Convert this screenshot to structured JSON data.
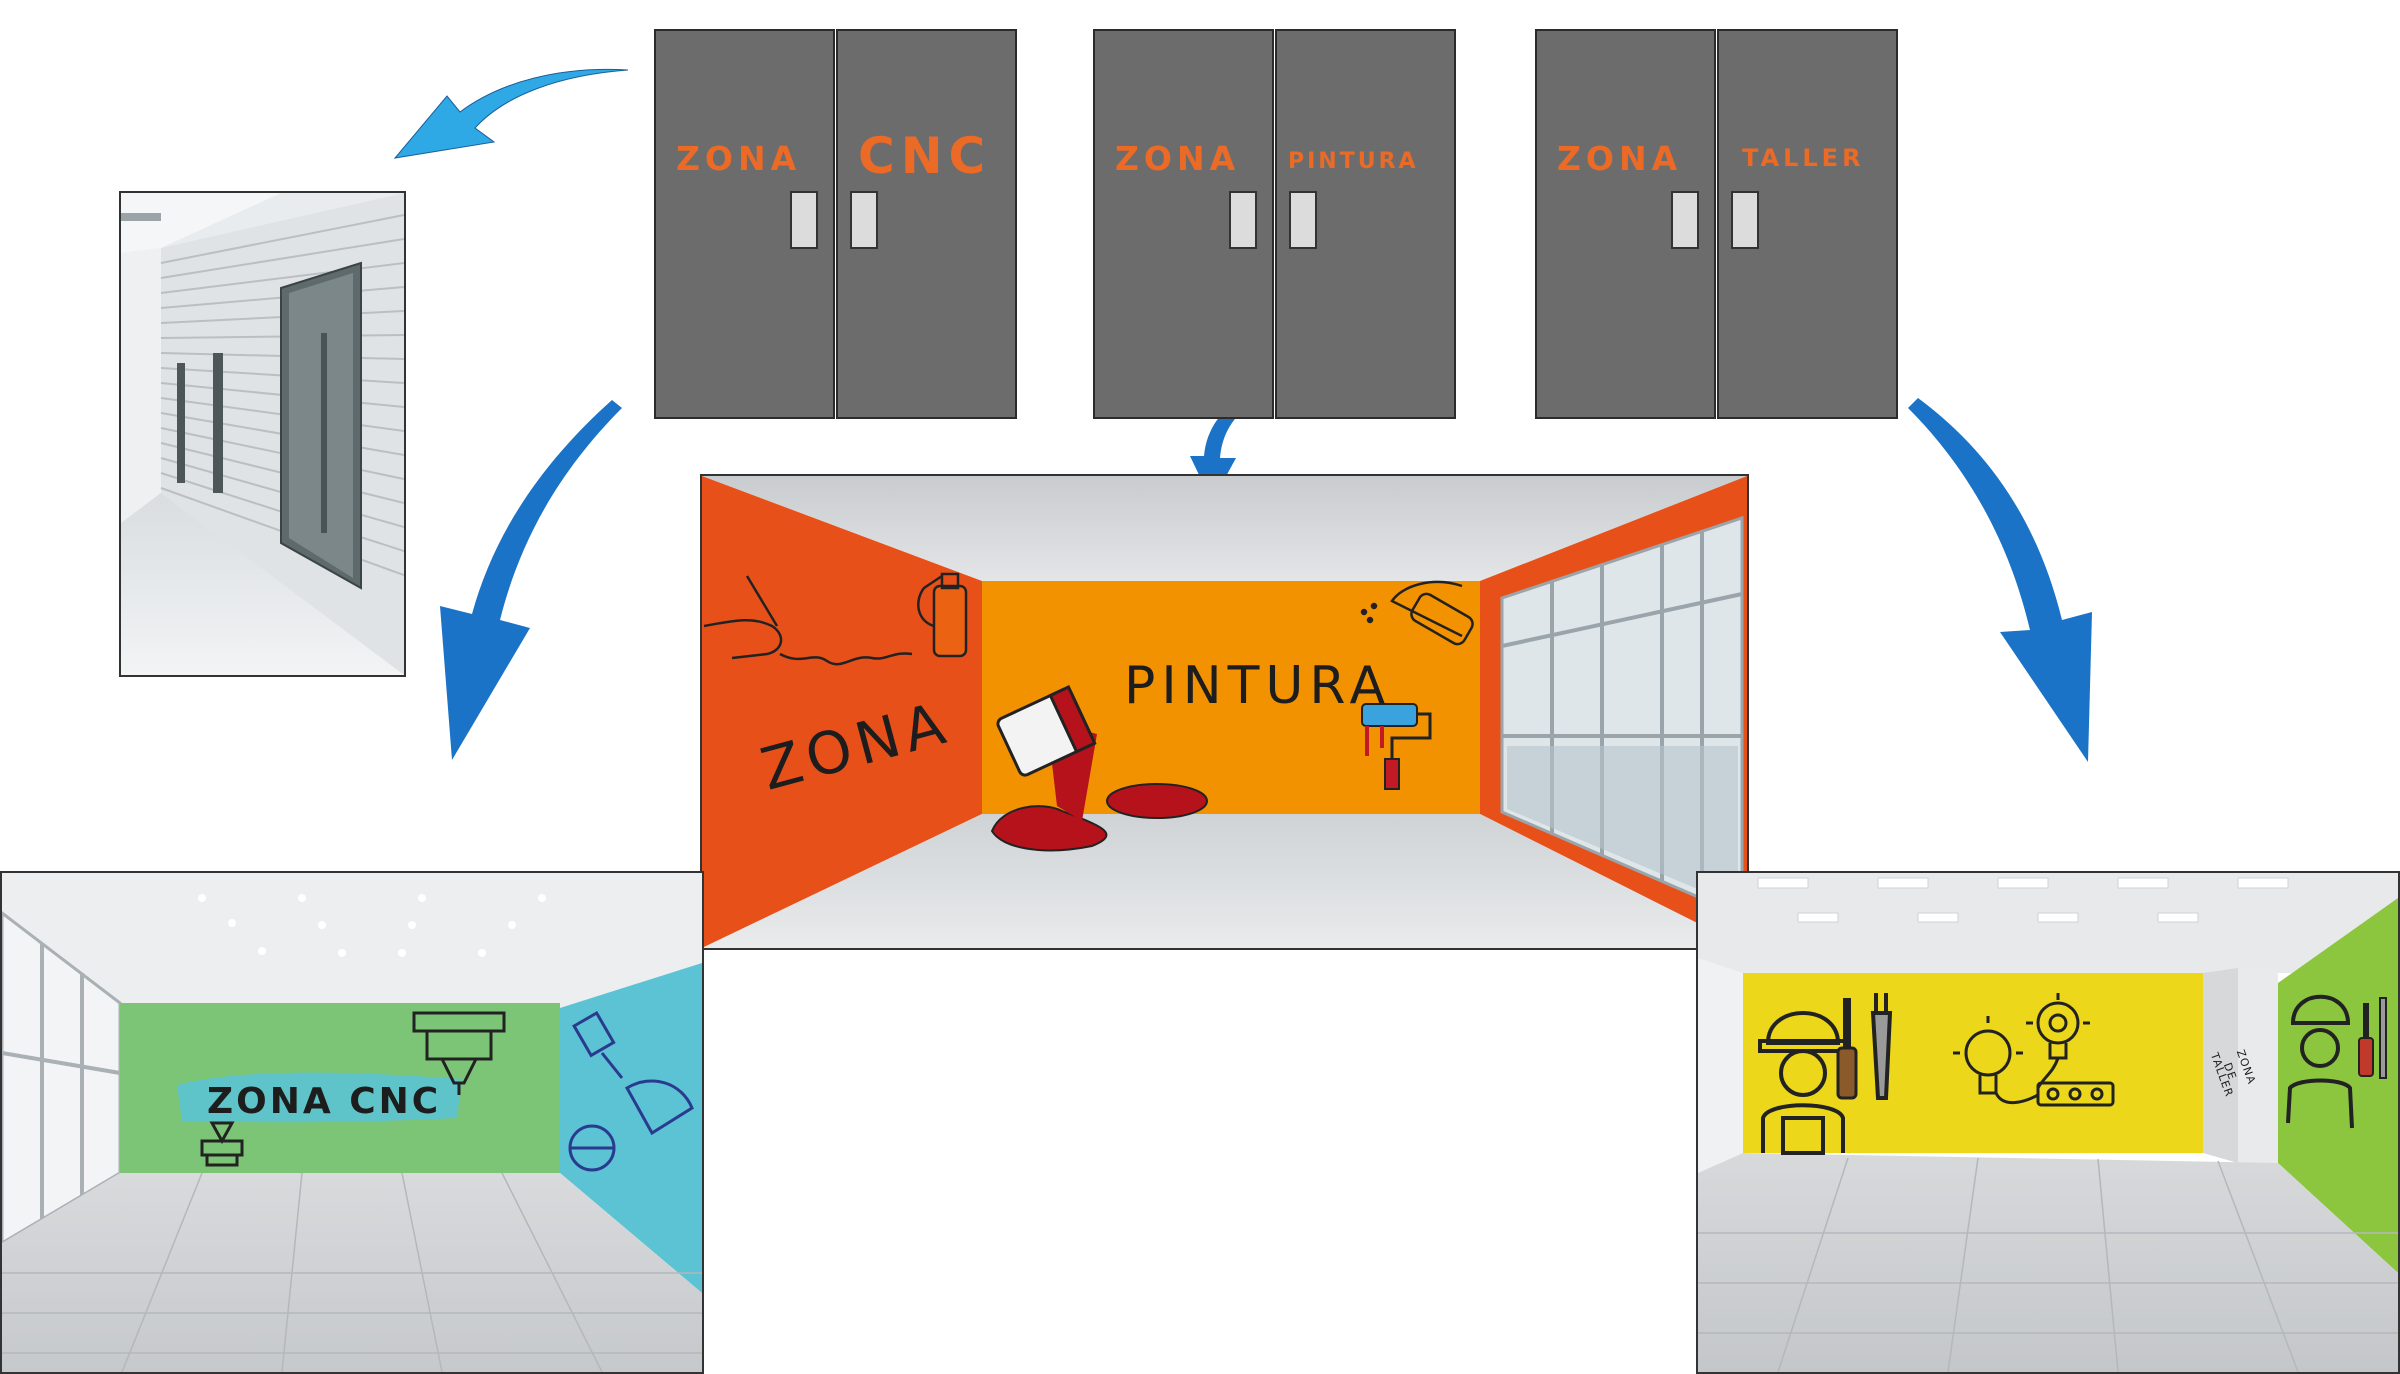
{
  "colors": {
    "door": "#6d6c6d",
    "door_text": "#ea6a26",
    "arrow": "#1a73c7",
    "arrow_light": "#2fa8e6",
    "cnc_wall": "#7cc576",
    "cnc_side": "#5bc3d3",
    "pintura_side": "#e8501a",
    "pintura_back": "#f39200",
    "taller_wall": "#ecd71a",
    "taller_side": "#8cc63f"
  },
  "doors": [
    {
      "left_word": "ZONA",
      "right_word": "CNC"
    },
    {
      "left_word": "ZONA",
      "right_word": "PINTURA"
    },
    {
      "left_word": "ZONA",
      "right_word": "TALLER"
    }
  ],
  "rooms": {
    "cnc": {
      "title": "ZONA CNC"
    },
    "pintura": {
      "left_word": "ZONA",
      "back_word": "PINTURA"
    },
    "taller": {
      "side_line1": "ZONA",
      "side_line2": "DE",
      "side_line3": "TALLER"
    }
  }
}
